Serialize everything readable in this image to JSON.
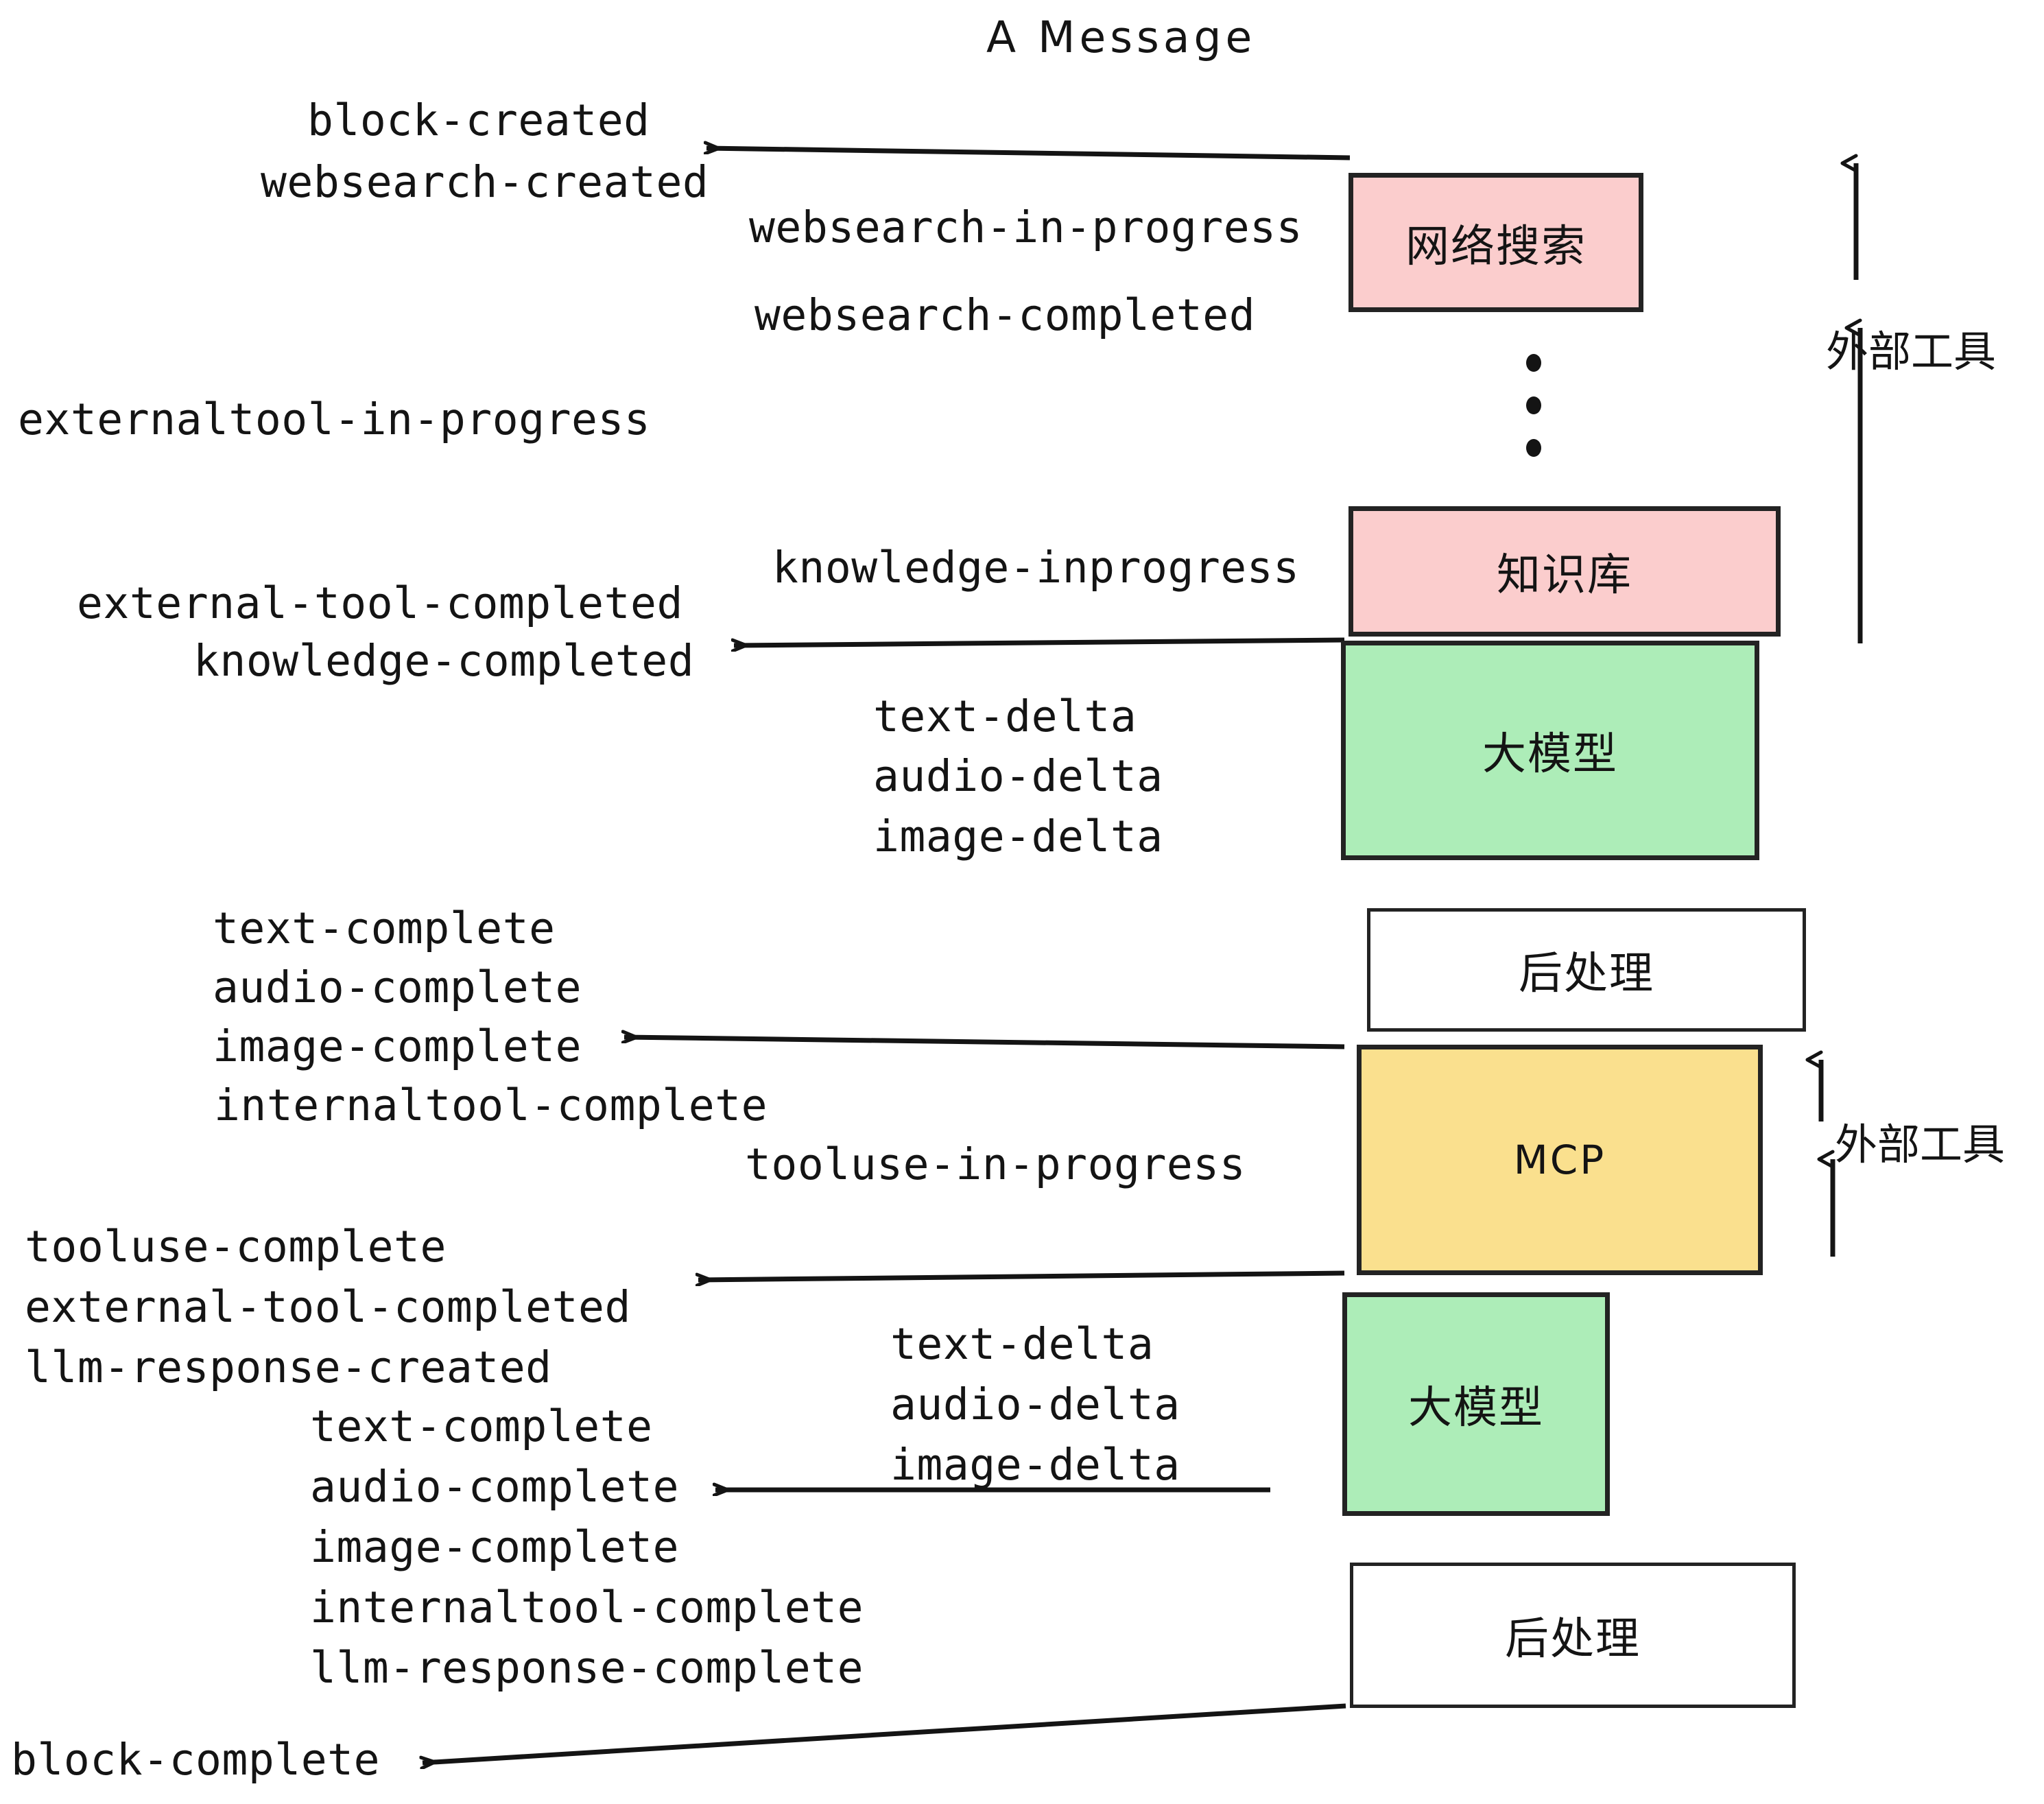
{
  "diagram": {
    "title": "A Message",
    "colors": {
      "pink": "#FBCDCD",
      "green": "#ADEDB8",
      "yellow": "#FAE08E",
      "white": "#FFFFFF",
      "stroke": "#232323",
      "text": "#141414"
    },
    "nodes": [
      {
        "id": "websearch",
        "label": "网络搜索",
        "fill": "#FBCDCD"
      },
      {
        "id": "knowledge",
        "label": "知识库",
        "fill": "#FBCDCD"
      },
      {
        "id": "llm-1",
        "label": "大模型",
        "fill": "#ADEDB8"
      },
      {
        "id": "postprocess-1",
        "label": "后处理",
        "fill": "#FFFFFF"
      },
      {
        "id": "mcp",
        "label": "MCP",
        "fill": "#FAE08E"
      },
      {
        "id": "llm-2",
        "label": "大模型",
        "fill": "#ADEDB8"
      },
      {
        "id": "postprocess-2",
        "label": "后处理",
        "fill": "#FFFFFF"
      }
    ],
    "side_labels": [
      {
        "id": "external-tool-top",
        "label": "外部工具"
      },
      {
        "id": "external-tool-bottom",
        "label": "外部工具"
      }
    ],
    "events": [
      {
        "id": "block-created",
        "text": "block-created"
      },
      {
        "id": "websearch-created",
        "text": "websearch-created"
      },
      {
        "id": "websearch-in-progress",
        "text": "websearch-in-progress"
      },
      {
        "id": "websearch-completed",
        "text": "websearch-completed"
      },
      {
        "id": "externaltool-in-progress",
        "text": "externaltool-in-progress"
      },
      {
        "id": "knowledge-inprogress",
        "text": "knowledge-inprogress"
      },
      {
        "id": "external-tool-completed-1",
        "text": "external-tool-completed"
      },
      {
        "id": "knowledge-completed",
        "text": "knowledge-completed"
      },
      {
        "id": "text-delta-1",
        "text": "text-delta"
      },
      {
        "id": "audio-delta-1",
        "text": "audio-delta"
      },
      {
        "id": "image-delta-1",
        "text": "image-delta"
      },
      {
        "id": "text-complete-1",
        "text": "text-complete"
      },
      {
        "id": "audio-complete-1",
        "text": "audio-complete"
      },
      {
        "id": "image-complete-1",
        "text": "image-complete"
      },
      {
        "id": "internaltool-complete-1",
        "text": "internaltool-complete"
      },
      {
        "id": "tooluse-in-progress",
        "text": "tooluse-in-progress"
      },
      {
        "id": "tooluse-complete",
        "text": "tooluse-complete"
      },
      {
        "id": "external-tool-completed-2",
        "text": "external-tool-completed"
      },
      {
        "id": "llm-response-created",
        "text": "llm-response-created"
      },
      {
        "id": "text-delta-2",
        "text": "text-delta"
      },
      {
        "id": "audio-delta-2",
        "text": "audio-delta"
      },
      {
        "id": "image-delta-2",
        "text": "image-delta"
      },
      {
        "id": "text-complete-2",
        "text": "text-complete"
      },
      {
        "id": "audio-complete-2",
        "text": "audio-complete"
      },
      {
        "id": "image-complete-2",
        "text": "image-complete"
      },
      {
        "id": "internaltool-complete-2",
        "text": "internaltool-complete"
      },
      {
        "id": "llm-response-complete",
        "text": "llm-response-complete"
      },
      {
        "id": "block-complete",
        "text": "block-complete"
      }
    ]
  }
}
